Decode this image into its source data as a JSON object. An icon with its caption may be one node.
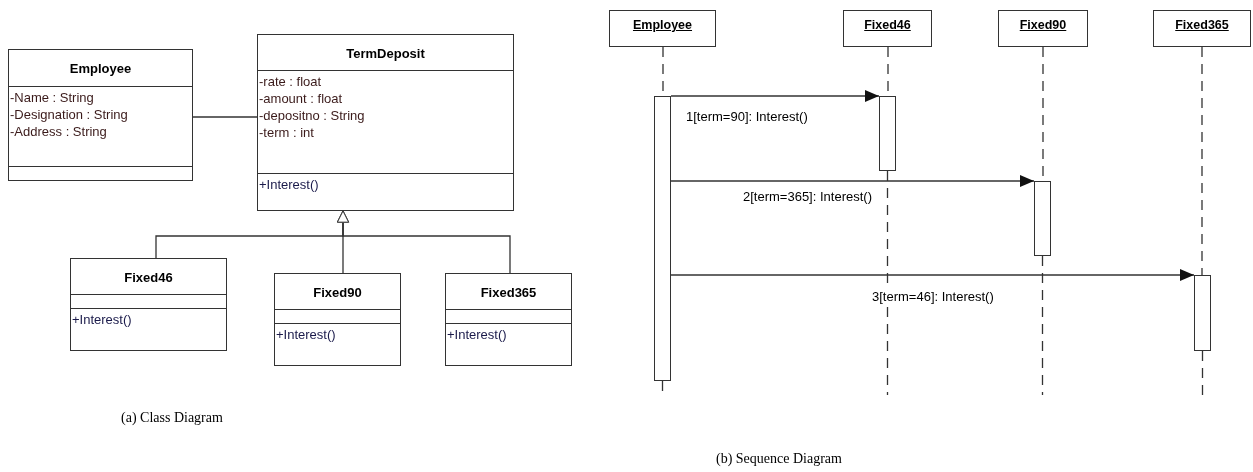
{
  "diagram": {
    "nodes": [
      {
        "text": [
          "Employee",
          "-Name : String",
          "-Designation : String",
          "-Address : String"
        ]
      },
      {
        "text": [
          "TermDeposit",
          "-rate : float",
          "-amount : float",
          "-depositno : String",
          "-term : int",
          "+Interest()"
        ]
      },
      {
        "text": [
          "Fixed46",
          "+Interest()"
        ]
      },
      {
        "text": [
          "Fixed90",
          "+Interest()"
        ]
      },
      {
        "text": [
          "Fixed365",
          "+Interest()"
        ]
      },
      {
        "text": [
          "Employee"
        ]
      },
      {
        "text": [
          "Fixed46"
        ]
      },
      {
        "text": [
          "Fixed90"
        ]
      },
      {
        "text": [
          "Fixed365"
        ]
      },
      {
        "text": [],
        "shape": "bar"
      },
      {
        "text": [],
        "shape": "bar"
      },
      {
        "text": [],
        "shape": "bar"
      },
      {
        "text": [],
        "shape": "bar"
      }
    ],
    "edges": [
      {
        "from": 0,
        "to": 1,
        "arrow": "none"
      },
      {
        "from": 2,
        "to": 1,
        "arrow": "to"
      },
      {
        "from": 3,
        "to": 1,
        "arrow": "to"
      },
      {
        "from": 4,
        "to": 1,
        "arrow": "to"
      },
      {
        "from": 5,
        "to": 9,
        "arrow": "none",
        "style": "dashed"
      },
      {
        "from": 9,
        "to": null,
        "arrow": "none",
        "style": "dashed"
      },
      {
        "from": 6,
        "to": 10,
        "arrow": "none",
        "style": "dashed"
      },
      {
        "from": 10,
        "to": null,
        "arrow": "none",
        "style": "dashed"
      },
      {
        "from": 7,
        "to": 11,
        "arrow": "none",
        "style": "dashed"
      },
      {
        "from": 11,
        "to": null,
        "arrow": "none",
        "style": "dashed"
      },
      {
        "from": 8,
        "to": 12,
        "arrow": "none",
        "style": "dashed"
      },
      {
        "from": 12,
        "to": null,
        "arrow": "none",
        "style": "dashed"
      },
      {
        "from": 9,
        "to": 10,
        "arrow": "to",
        "label": "1[term=90]: Interest()"
      },
      {
        "from": 9,
        "to": 11,
        "arrow": "to",
        "label": "2[term=365]: Interest()"
      },
      {
        "from": 9,
        "to": 12,
        "arrow": "to",
        "label": "3[term=46]: Interest()"
      }
    ],
    "labels": [
      "(a) Class Diagram",
      "(b) Sequence Diagram"
    ]
  }
}
